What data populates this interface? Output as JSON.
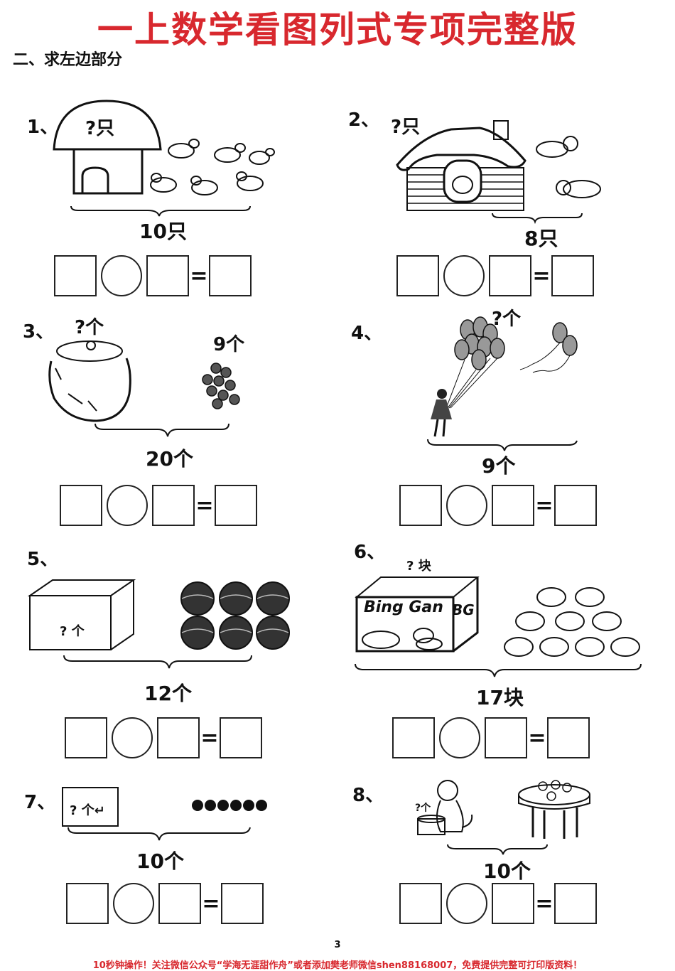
{
  "header": {
    "title": "一上数学看图列式专项完整版",
    "section": "二、求左边部分"
  },
  "problems": [
    {
      "num": "1、",
      "unknown": "?只",
      "total": "10只"
    },
    {
      "num": "2、",
      "unknown": "?只",
      "total": "8只"
    },
    {
      "num": "3、",
      "unknown": "?个",
      "known": "9个",
      "total": "20个"
    },
    {
      "num": "4、",
      "unknown": "?个",
      "total": "9个"
    },
    {
      "num": "5、",
      "unknown": "? 个",
      "total": "12个"
    },
    {
      "num": "6、",
      "unknown": "? 块",
      "brand1": "Bing Gan",
      "brand2": "BG",
      "total": "17块"
    },
    {
      "num": "7、",
      "unknown": "? 个↵",
      "total": "10个"
    },
    {
      "num": "8、",
      "unknown": "?个",
      "total": "10个"
    }
  ],
  "equation": {
    "eq_sign": "="
  },
  "page_number": "3",
  "footer": "10秒钟操作！关注微信公众号“学海无涯甜作舟”或者添加樊老师微信shen88168007，免费提供完整可打印版资料！",
  "colors": {
    "title": "#d8282e",
    "ink": "#111111"
  }
}
